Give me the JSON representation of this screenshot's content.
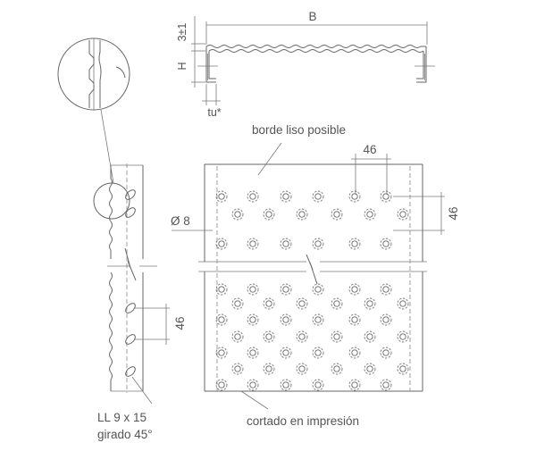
{
  "labels": {
    "width": "B",
    "height": "H",
    "corrugation": "3±1",
    "thickness": "tu*",
    "smooth_edge": "borde liso posible",
    "pitch_h": "46",
    "pitch_v": "46",
    "pitch_side": "46",
    "diameter": "Ø 8",
    "slot_line1": "LL 9 x 15",
    "slot_line2": "girado 45°",
    "cut": "cortado en impresión"
  }
}
